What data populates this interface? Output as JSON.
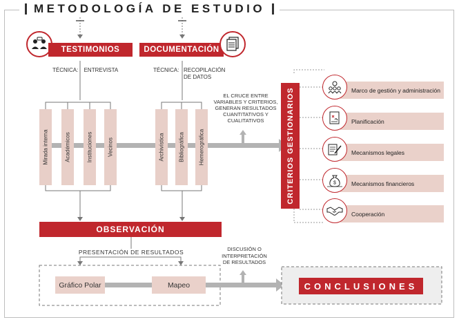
{
  "title": "METODOLOGÍA DE ESTUDIO",
  "testimonios": {
    "label": "TESTIMONIOS",
    "technique_label": "TÉCNICA:",
    "technique_value": "ENTREVISTA",
    "columns": [
      "Mirada interna",
      "Académicos",
      "Instituciones",
      "Vecinos"
    ]
  },
  "documentacion": {
    "label": "DOCUMENTACIÓN",
    "technique_label": "TÉCNICA:",
    "technique_value_line1": "RECOPILACIÓN",
    "technique_value_line2": "DE DATOS",
    "columns": [
      "Archivística",
      "Bibliográfica",
      "Hemerográfica"
    ]
  },
  "cruce_note": [
    "EL CRUCE ENTRE",
    "VARIABLES Y  CRITERIOS,",
    "GENERAN  RESULTADOS",
    "CUANTITATIVOS Y",
    "CUALITATIVOS"
  ],
  "criterios": {
    "label": "CRITERIOS GESTIONARIOS",
    "items": [
      {
        "label": "Marco de gestión y administración",
        "icon": "team-icon"
      },
      {
        "label": "Planificación",
        "icon": "plan-document-icon"
      },
      {
        "label": "Mecanismos legales",
        "icon": "legal-document-icon"
      },
      {
        "label": "Mecanismos financieros",
        "icon": "money-bag-icon"
      },
      {
        "label": "Cooperación",
        "icon": "handshake-icon"
      }
    ]
  },
  "observacion": {
    "label": "OBSERVACIÓN"
  },
  "presentacion_label": "PRESENTACIÓN  DE  RESULTADOS",
  "results": {
    "grafico": "Gráfico Polar",
    "mapeo": "Mapeo"
  },
  "discusion_note": [
    "DISCUSIÓN O",
    "INTERPRETACIÓN",
    "DE RESULTADOS"
  ],
  "conclusiones": {
    "label": "CONCLUSIONES"
  },
  "colors": {
    "accent": "#c0272d",
    "pink": "#ead1ca",
    "arrow": "#b3b3b3"
  }
}
